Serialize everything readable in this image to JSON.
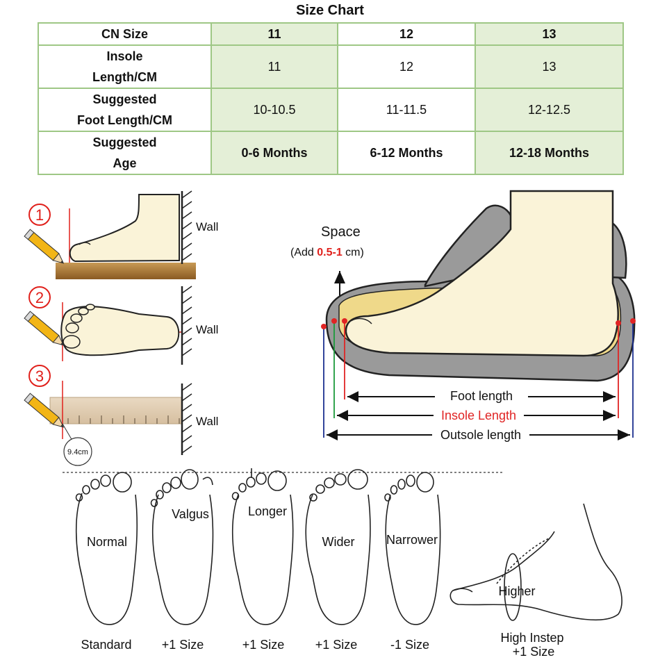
{
  "title": "Size Chart",
  "table": {
    "header": [
      "CN Size",
      "11",
      "12",
      "13"
    ],
    "rows": [
      {
        "label_lines": [
          "Insole",
          "Length/CM"
        ],
        "values": [
          "11",
          "12",
          "13"
        ]
      },
      {
        "label_lines": [
          "Suggested",
          "Foot Length/CM"
        ],
        "values": [
          "10-10.5",
          "11-11.5",
          "12-12.5"
        ]
      },
      {
        "label_lines": [
          "Suggested",
          "Age"
        ],
        "values": [
          "0-6 Months",
          "6-12 Months",
          "12-18 Months"
        ]
      }
    ]
  },
  "steps": {
    "numbers": [
      "1",
      "2",
      "3"
    ],
    "wall_label": "Wall",
    "measure_label": "9.4cm"
  },
  "shoe": {
    "space_label": "Space",
    "add_prefix": "(Add ",
    "add_value": "0.5-1",
    "add_suffix": " cm)",
    "foot_length": "Foot length",
    "insole_length": "Insole Length",
    "outsole_length": "Outsole length"
  },
  "foot_types": [
    {
      "type": "Normal",
      "size": "Standard"
    },
    {
      "type": "Valgus",
      "size": "+1 Size"
    },
    {
      "type": "Longer",
      "size": "+1 Size"
    },
    {
      "type": "Wider",
      "size": "+1 Size"
    },
    {
      "type": "Narrower",
      "size": "-1 Size"
    }
  ],
  "instep": {
    "label": "Higher",
    "caption_line1": "High Instep",
    "caption_line2": "+1 Size"
  },
  "colors": {
    "table_border": "#9ec785",
    "table_fill": "#e4efd7",
    "accent_red": "#e0201b",
    "insole_red": "#e02424"
  }
}
